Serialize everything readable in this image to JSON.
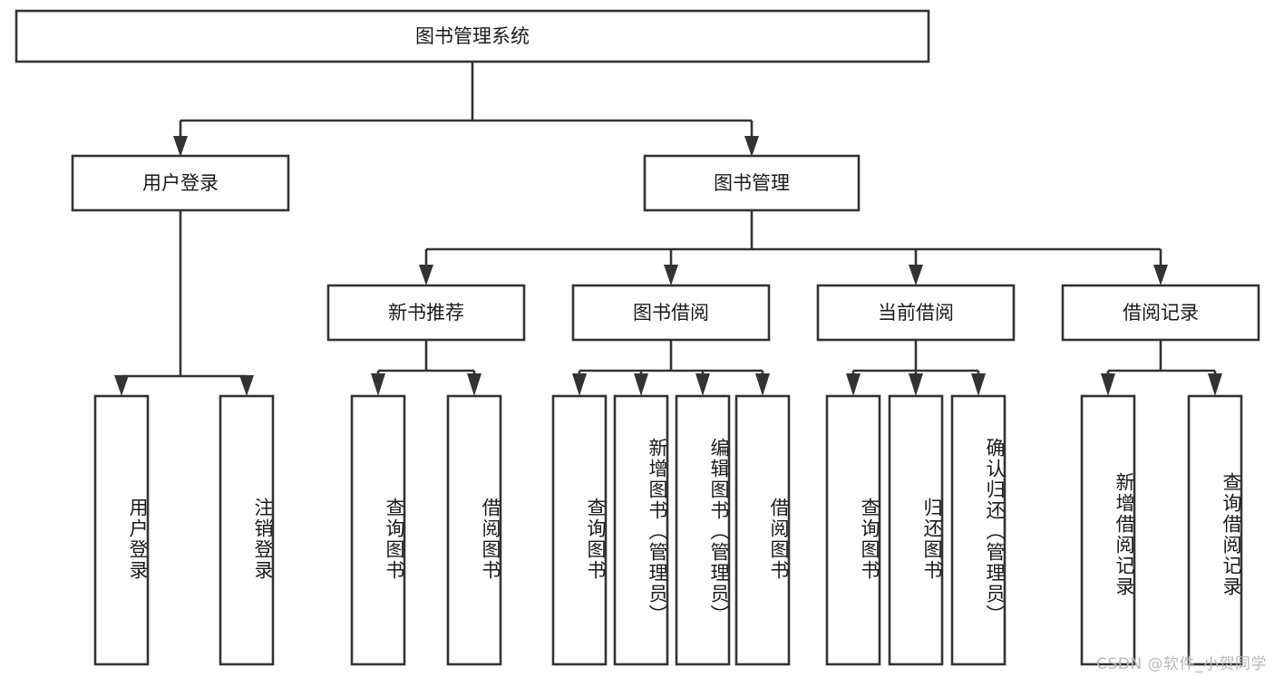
{
  "diagram": {
    "type": "tree-hierarchy",
    "title": "图书管理系统",
    "root": {
      "label": "图书管理系统"
    },
    "level2": [
      {
        "label": "用户登录"
      },
      {
        "label": "图书管理"
      }
    ],
    "level3": [
      {
        "label": "新书推荐"
      },
      {
        "label": "图书借阅"
      },
      {
        "label": "当前借阅"
      },
      {
        "label": "借阅记录"
      }
    ],
    "leaves": {
      "user_login": [
        {
          "label": "用户登录"
        },
        {
          "label": "注销登录"
        }
      ],
      "new_book": [
        {
          "label": "查询图书"
        },
        {
          "label": "借阅图书"
        }
      ],
      "book_borrow": [
        {
          "label": "查询图书"
        },
        {
          "label": "新增图书（管理员）"
        },
        {
          "label": "编辑图书（管理员）"
        },
        {
          "label": "借阅图书"
        }
      ],
      "current_borrow": [
        {
          "label": "查询图书"
        },
        {
          "label": "归还图书"
        },
        {
          "label": "确认归还（管理员）"
        }
      ],
      "borrow_record": [
        {
          "label": "新增借阅记录"
        },
        {
          "label": "查询借阅记录"
        }
      ]
    }
  },
  "watermark": {
    "text": "CSDN @软件_小贺同学"
  },
  "colors": {
    "stroke": "#333333",
    "fill": "#ffffff",
    "text": "#1a1a1a",
    "watermark": "#b8b8b8"
  }
}
